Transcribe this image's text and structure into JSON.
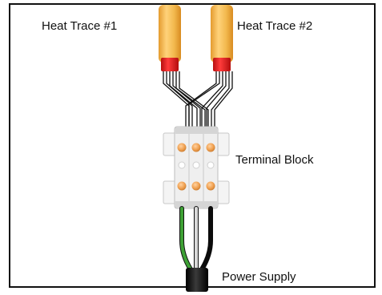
{
  "labels": {
    "heat_trace_1": "Heat Trace #1",
    "heat_trace_2": "Heat Trace #2",
    "terminal_block": "Terminal Block",
    "power_supply": "Power Supply"
  },
  "colors": {
    "heat_trace_body": "#f2b84d",
    "end_cap": "#e01b1b",
    "terminal_screw": "#f0a050",
    "terminal_body": "#eeeeee",
    "ground_wire": "#3ea135",
    "neutral_wire": "#d8d8d8",
    "hot_wire": "#111111",
    "power_cable": "#0b0b0b",
    "frame": "#111111"
  }
}
